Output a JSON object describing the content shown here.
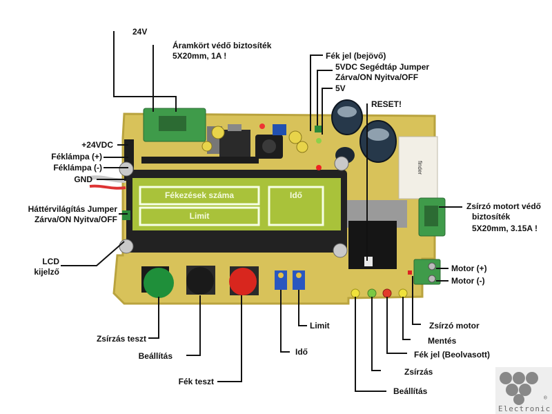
{
  "colors": {
    "pcb": "#d8c25a",
    "pcb_edge": "#b9a33e",
    "lcd_screen": "#a9c23a",
    "lcd_frame": "#222222",
    "terminal_green": "#3f9b4a",
    "leader_line": "#111111",
    "button_green": "#1f8f3a",
    "button_black": "#1a1a1a",
    "button_red": "#d8261e"
  },
  "icons": [
    "fuse-holder-icon",
    "relay-icon",
    "capacitor-icon",
    "led-icon",
    "trimmer-potentiometer-icon",
    "push-button-icon",
    "terminal-block-icon",
    "electronic-logo-icon"
  ],
  "lcd": {
    "box1": "Fékezések száma",
    "box2": "Limit",
    "box3": "Idő"
  },
  "labels": {
    "top_24v": "24V",
    "fuse_line1": "Áramkört védő biztosíték",
    "fuse_line2": "5X20mm, 1A !",
    "brake_in": "Fék jel (bejövő)",
    "aux_line1": "5VDC Segédtáp Jumper",
    "aux_line2": "Zárva/ON Nyitva/OFF",
    "v5": "5V",
    "reset": "RESET!",
    "plus24": "+24VDC",
    "lamp_plus": "Féklámpa (+)",
    "lamp_minus": "Féklámpa (-)",
    "gnd": "GND",
    "backlight_line1": "Háttérvilágítás Jumper",
    "backlight_line2": "Zárva/ON Nyitva/OFF",
    "lcd_line1": "LCD",
    "lcd_line2": "kijelző",
    "motor_fuse_line1": "Zsírzó motort védő",
    "motor_fuse_line2": "biztosíték",
    "motor_fuse_line3": "5X20mm, 3.15A !",
    "motor_plus": "Motor (+)",
    "motor_minus": "Motor (-)",
    "limit": "Limit",
    "greasing_motor": "Zsírzó motor",
    "save": "Mentés",
    "greasing_test": "Zsírzás teszt",
    "setting": "Beállítás",
    "time": "Idő",
    "brake_read": "Fék jel (Beolvasott)",
    "brake_test": "Fék teszt",
    "greasing": "Zsírzás",
    "setting2": "Beállítás"
  },
  "logo": {
    "text": "Electronic",
    "mark": "®"
  }
}
